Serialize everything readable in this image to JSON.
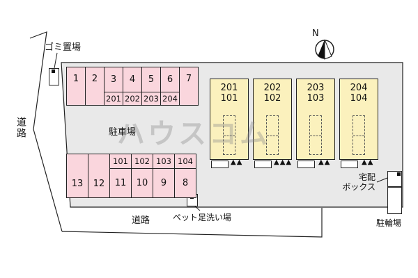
{
  "colors": {
    "site_fill": "#e9e9e9",
    "stall_fill": "#fad6dd",
    "building_fill": "#fbf1bd",
    "line": "#222222"
  },
  "labels": {
    "garbage": "ゴミ置場",
    "road_left": "道路",
    "road_bottom": "道路",
    "parking_lot": "駐車場",
    "pet_wash": "ペット足洗い場",
    "delivery_line1": "宅配",
    "delivery_line2": "ボックス",
    "bike": "駐輪場",
    "north": "N",
    "watermark": "ハウスコム"
  },
  "parking_top": {
    "stalls": [
      "1",
      "2",
      "3",
      "4",
      "5",
      "6",
      "7"
    ],
    "subs": [
      "201",
      "202",
      "203",
      "204"
    ]
  },
  "parking_bottom": {
    "stalls_left": [
      "13",
      "12"
    ],
    "subs": [
      "101",
      "102",
      "103",
      "104"
    ],
    "stalls": [
      "11",
      "10",
      "9",
      "8"
    ]
  },
  "building": {
    "units": [
      {
        "upper": "201",
        "lower": "101",
        "marks": "▲▲"
      },
      {
        "upper": "202",
        "lower": "102",
        "marks": "▲▲▲"
      },
      {
        "upper": "203",
        "lower": "103",
        "marks": "▲▲"
      },
      {
        "upper": "204",
        "lower": "104",
        "marks": "▲▲"
      }
    ]
  }
}
